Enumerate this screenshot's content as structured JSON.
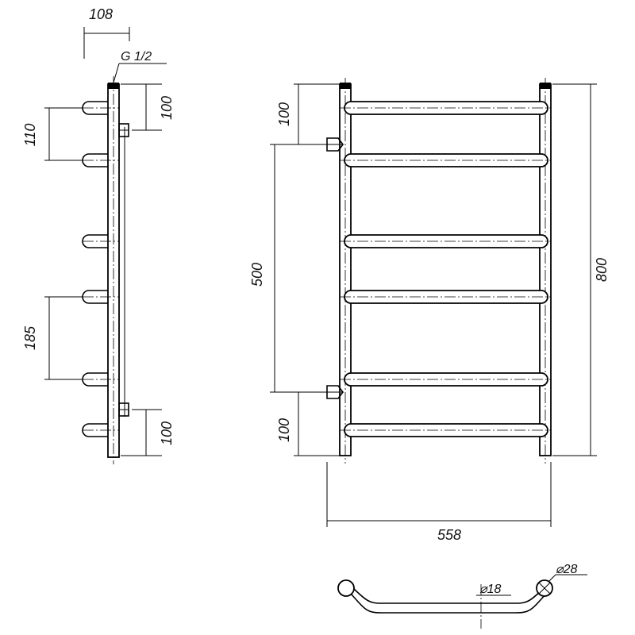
{
  "drawing": {
    "side_view": {
      "depth": "108",
      "thread": "G 1/2",
      "top_offset": "100",
      "bottom_offset": "100",
      "upper_pitch": "110",
      "lower_pitch": "185"
    },
    "front_view": {
      "top_offset": "100",
      "connection_distance": "500",
      "bottom_offset": "100",
      "height": "800",
      "width": "558"
    },
    "section_view": {
      "outer_diameter": "⌀28",
      "rail_diameter": "⌀18"
    }
  }
}
